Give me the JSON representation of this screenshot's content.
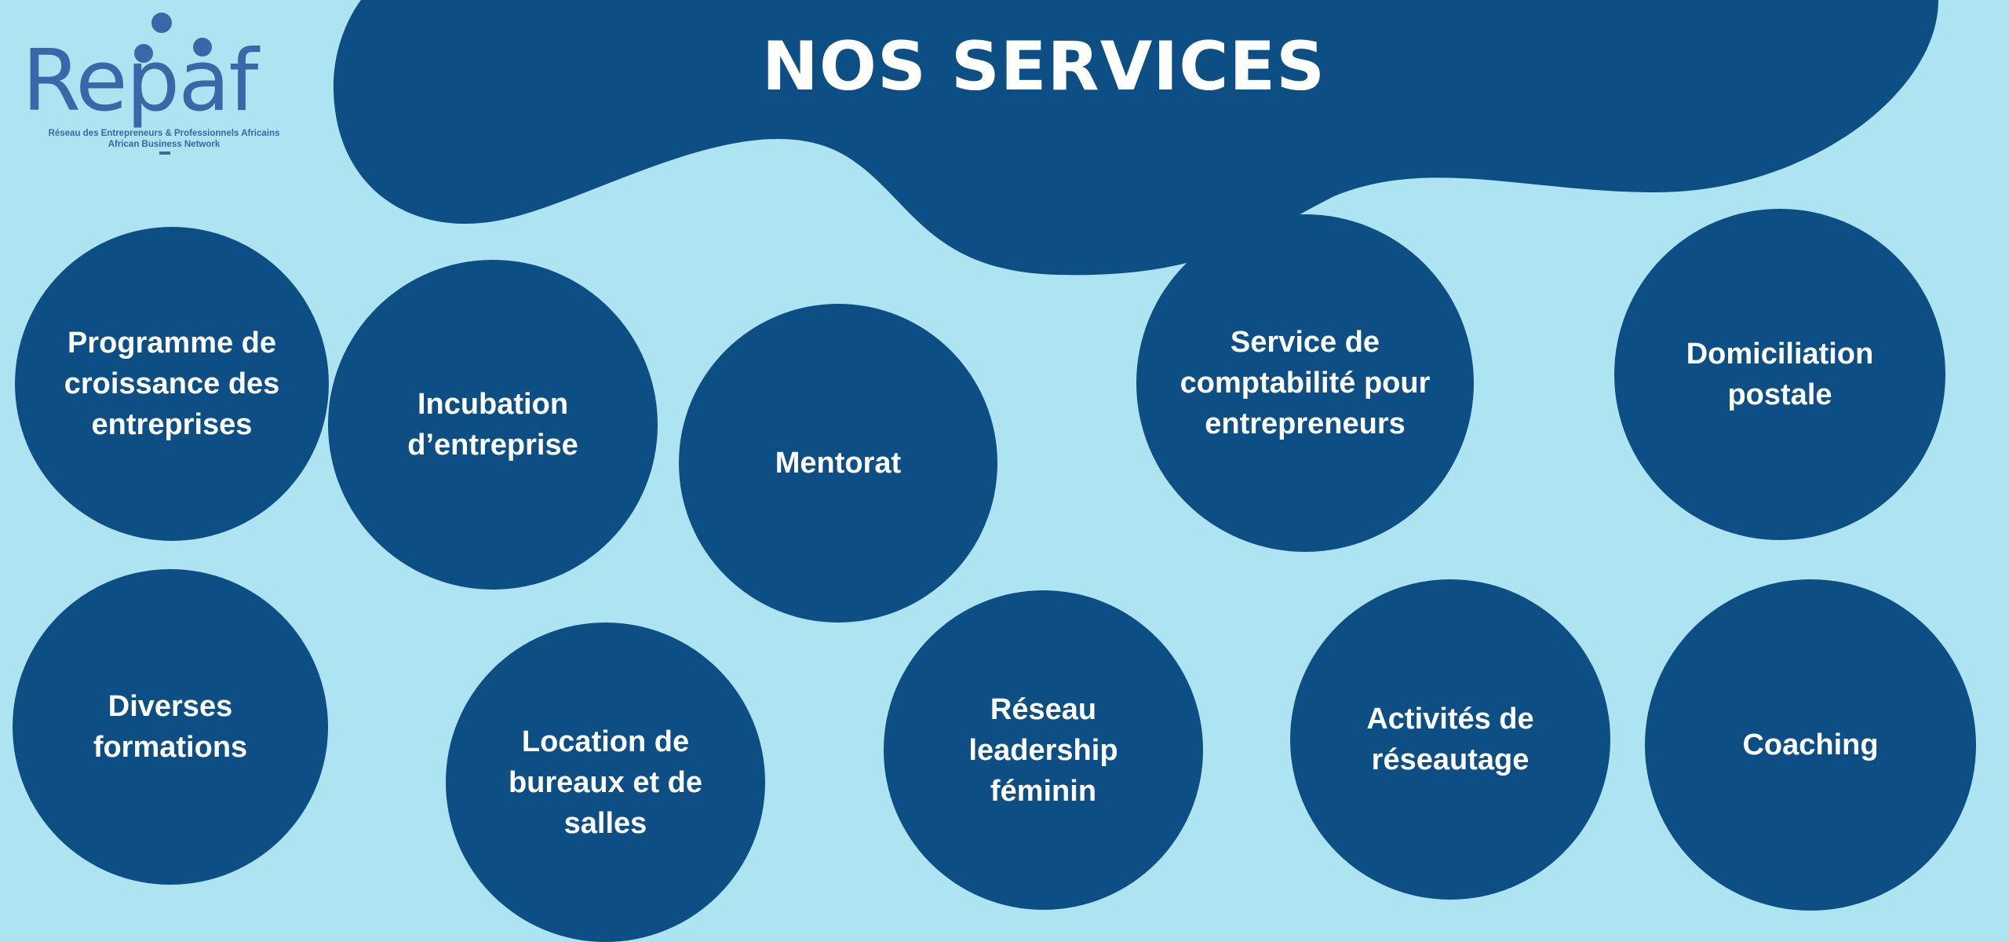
{
  "colors": {
    "background": "#aee3f1",
    "primary": "#0d4f84",
    "logo": "#3a67a8",
    "text": "#ffffff"
  },
  "logo": {
    "wordmark": "Repaf",
    "tagline_line1": "Réseau des Entrepreneurs & Professionnels Africains",
    "tagline_line2": "African Business Network"
  },
  "header": {
    "title": "NOS SERVICES"
  },
  "services": [
    {
      "label": "Programme de\ncroissance des\nentreprises"
    },
    {
      "label": "Incubation\nd’entreprise"
    },
    {
      "label": "Mentorat"
    },
    {
      "label": "Service de\ncomptabilité pour\nentrepreneurs"
    },
    {
      "label": "Domiciliation\npostale"
    },
    {
      "label": "Diverses\nformations"
    },
    {
      "label": "Location de\nbureaux et de\nsalles"
    },
    {
      "label": "Réseau\nleadership\nféminin"
    },
    {
      "label": "Activités de\nréseautage"
    },
    {
      "label": "Coaching"
    }
  ]
}
